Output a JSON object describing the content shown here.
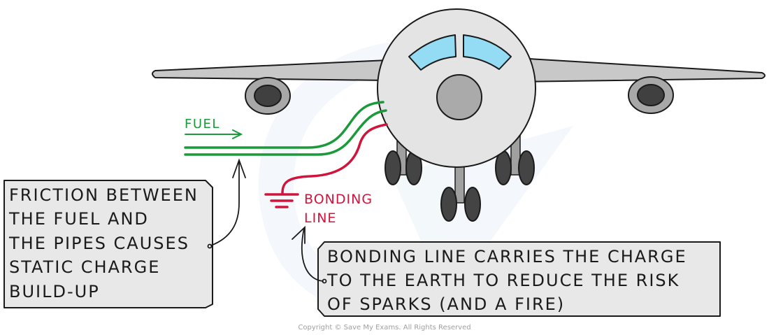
{
  "diagram": {
    "title": "Aircraft refuelling with bonding line",
    "colors": {
      "fuel": "#1a9a3a",
      "bonding": "#d0143c",
      "fuselage": "#e4e4e4",
      "wing": "#c8c8c8",
      "window": "#94dcf4",
      "nose": "#aaaaaa",
      "engine_outer": "#a8a8a8",
      "engine_inner": "#404040",
      "wheel": "#444444",
      "strut": "#a0a0a0",
      "box_fill": "#e8e8e8",
      "outline": "#1a1a1a"
    },
    "labels": {
      "fuel": "FUEL",
      "bonding_line": [
        "BONDING",
        "LINE"
      ]
    },
    "callouts": {
      "friction": {
        "lines": [
          "FRICTION BETWEEN",
          "THE FUEL AND",
          "THE PIPES CAUSES",
          "STATIC CHARGE",
          "BUILD-UP"
        ]
      },
      "bonding": {
        "lines": [
          "BONDING LINE CARRIES THE CHARGE",
          "TO THE EARTH TO REDUCE THE RISK",
          "OF SPARKS (AND A FIRE)"
        ]
      }
    },
    "copyright": "Copyright © Save My Exams. All Rights Reserved"
  }
}
